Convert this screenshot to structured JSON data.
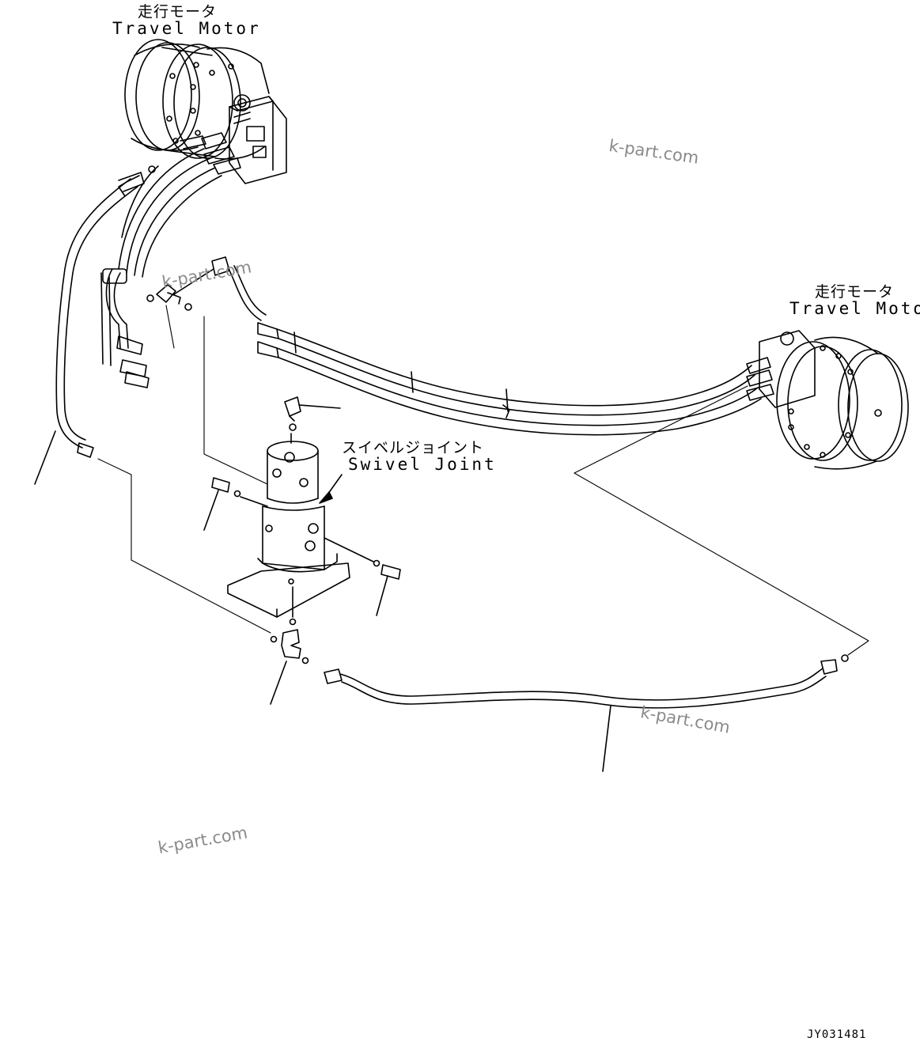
{
  "labels": {
    "travel_motor_top": {
      "ja": "走行モータ",
      "en": "Travel Motor"
    },
    "travel_motor_right": {
      "ja": "走行モータ",
      "en": "Travel Motor"
    },
    "swivel_joint": {
      "ja": "スイベルジョイント",
      "en": "Swivel Joint"
    }
  },
  "watermarks": [
    "k-part.com",
    "k-part.com",
    "k-part.com",
    "k-part.com"
  ],
  "drawing_code": "JY031481",
  "colors": {
    "line": "#000000",
    "watermark": "#8a8a8a",
    "background": "#ffffff"
  }
}
